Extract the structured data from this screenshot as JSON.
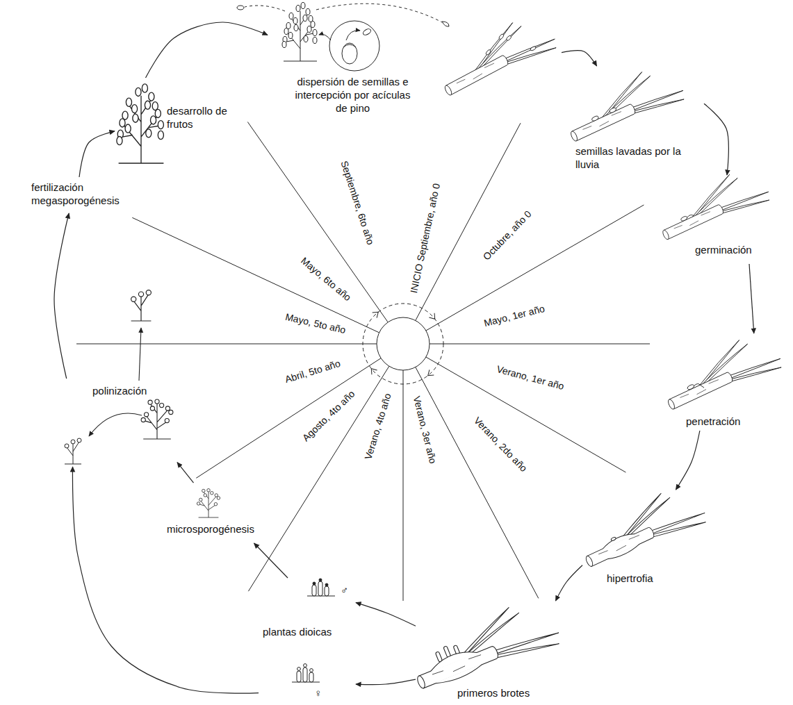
{
  "diagram": {
    "nodes": [
      {
        "text": [
          "dispersión de semillas e intercepción por acículas de pino"
        ]
      },
      {
        "text": [
          "semillas lavadas por la lluvia"
        ]
      },
      {
        "text": [
          "germinación"
        ]
      },
      {
        "text": [
          "penetración"
        ]
      },
      {
        "text": [
          "hipertrofia"
        ]
      },
      {
        "text": [
          "primeros brotes"
        ]
      },
      {
        "text": [
          "plantas dioicas",
          "♂",
          "♀"
        ]
      },
      {
        "text": [
          "microsporogénesis"
        ]
      },
      {
        "text": [
          "polinización"
        ]
      },
      {
        "text": [
          "fertilización megasporogénesis"
        ]
      },
      {
        "text": [
          "desarrollo de frutos"
        ]
      }
    ],
    "edges": [
      {
        "from": 0,
        "to": 1,
        "arrow": "to"
      },
      {
        "from": 1,
        "to": 2,
        "arrow": "to"
      },
      {
        "from": 2,
        "to": 3,
        "arrow": "to"
      },
      {
        "from": 3,
        "to": 4,
        "arrow": "to"
      },
      {
        "from": 4,
        "to": 5,
        "arrow": "to"
      },
      {
        "from": 5,
        "to": 6,
        "arrow": "to"
      },
      {
        "from": 5,
        "to": 6,
        "arrow": "to"
      },
      {
        "from": 6,
        "to": 7,
        "arrow": "to"
      },
      {
        "from": 7,
        "to": 8,
        "arrow": "to"
      },
      {
        "from": 6,
        "to": 8,
        "arrow": "to"
      },
      {
        "from": 8,
        "to": 9,
        "arrow": "to"
      },
      {
        "from": 9,
        "to": 10,
        "arrow": "to"
      },
      {
        "from": 10,
        "to": 0,
        "arrow": "to"
      }
    ],
    "labels": [
      "INICIO Septiembre, año 0",
      "Octubre, año 0",
      "Mayo, 1er año",
      "Verano, 1er año",
      "Verano, 2do año",
      "Verano, 3er año",
      "Verano, 4to año",
      "Agosto, 4to año",
      "Abril, 5to año",
      "Mayo, 5to año",
      "Mayo, 6to año",
      "Septiembre, 6to año"
    ]
  }
}
